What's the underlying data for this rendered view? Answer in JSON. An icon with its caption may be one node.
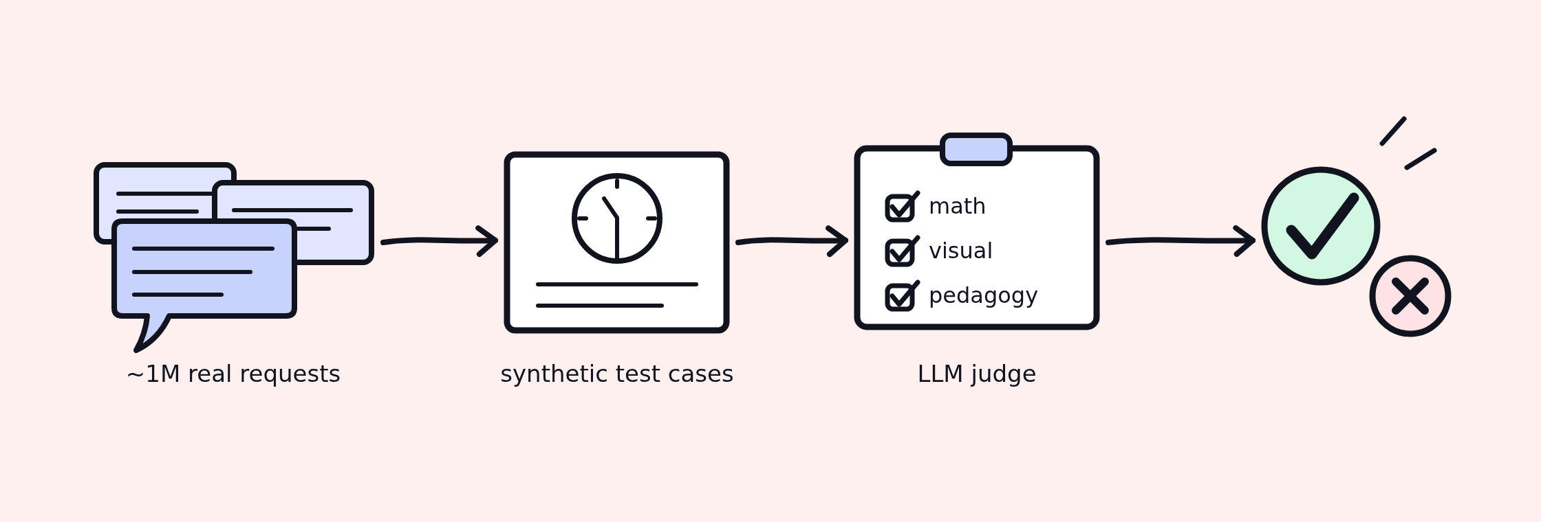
{
  "diagram": {
    "nodes": [
      {
        "text": [],
        "shape": "picture",
        "beside": [
          "~1M real requests"
        ]
      },
      {
        "text": [],
        "shape": "picture",
        "beside": [
          "synthetic test cases"
        ]
      },
      {
        "text": [
          "math",
          "visual",
          "pedagogy"
        ],
        "beside": [
          "LLM judge"
        ]
      },
      {
        "text": [],
        "shape": "picture"
      }
    ],
    "edges": [
      {
        "from": 0,
        "to": 1,
        "arrow": "to"
      },
      {
        "from": 1,
        "to": 2,
        "arrow": "to"
      },
      {
        "from": 2,
        "to": 3,
        "arrow": "to"
      }
    ]
  }
}
